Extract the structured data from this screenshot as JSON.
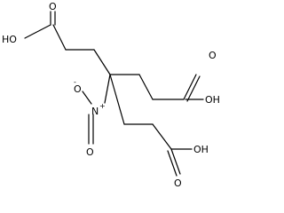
{
  "molecule": {
    "atom_labels": {
      "oh_top_left": "HO",
      "o_top_left": "O",
      "o_top_right": "O",
      "oh_right_upper": "OH",
      "o_nitro_minus": "O",
      "minus_sign": "-",
      "n_nitro": "N",
      "plus_sign": "+",
      "o_nitro_bottom": "O",
      "oh_right_lower": "OH",
      "o_bottom": "O"
    },
    "colors": {
      "bond": "#000000",
      "text": "#000000",
      "background": "#ffffff"
    }
  }
}
